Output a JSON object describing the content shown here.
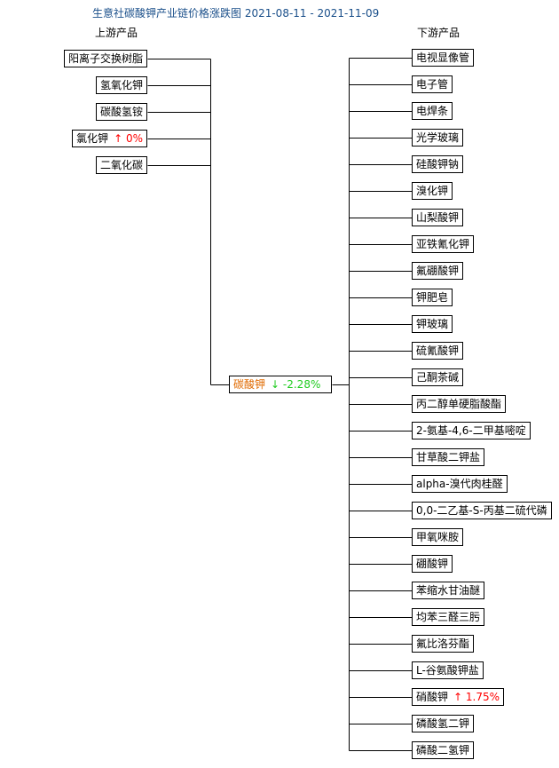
{
  "title": "生意社碳酸钾产业链价格涨跌图 2021-08-11 - 2021-11-09",
  "upstream_title": "上游产品",
  "downstream_title": "下游产品",
  "colors": {
    "title": "#1a4f8a",
    "center": "#e06a00",
    "up": "#ff0000",
    "down": "#22cc22",
    "line": "#000000"
  },
  "center": {
    "label": "碳酸钾",
    "direction": "down",
    "arrow": "↓",
    "change": "-2.28%"
  },
  "upstream": [
    {
      "label": "阳离子交换树脂"
    },
    {
      "label": "氢氧化钾"
    },
    {
      "label": "碳酸氢铵"
    },
    {
      "label": "氯化钾",
      "direction": "up",
      "arrow": "↑",
      "change": "0%"
    },
    {
      "label": "二氧化碳"
    }
  ],
  "downstream": [
    {
      "label": "电视显像管"
    },
    {
      "label": "电子管"
    },
    {
      "label": "电焊条"
    },
    {
      "label": "光学玻璃"
    },
    {
      "label": "硅酸钾钠"
    },
    {
      "label": "溴化钾"
    },
    {
      "label": "山梨酸钾"
    },
    {
      "label": "亚铁氰化钾"
    },
    {
      "label": "氟硼酸钾"
    },
    {
      "label": "钾肥皂"
    },
    {
      "label": "钾玻璃"
    },
    {
      "label": "硫氰酸钾"
    },
    {
      "label": "己酮茶碱"
    },
    {
      "label": "丙二醇单硬脂酸酯"
    },
    {
      "label": "2-氨基-4,6-二甲基嘧啶"
    },
    {
      "label": "甘草酸二钾盐"
    },
    {
      "label": "alpha-溴代肉桂醛"
    },
    {
      "label": "0,0-二乙基-S-丙基二硫代磷"
    },
    {
      "label": "甲氧咪胺"
    },
    {
      "label": "硼酸钾"
    },
    {
      "label": "苯缩水甘油醚"
    },
    {
      "label": "均苯三醛三肟"
    },
    {
      "label": "氟比洛芬酯"
    },
    {
      "label": "L-谷氨酸钾盐"
    },
    {
      "label": "硝酸钾",
      "direction": "up",
      "arrow": "↑",
      "change": "1.75%"
    },
    {
      "label": "磷酸氢二钾"
    },
    {
      "label": "磷酸二氢钾"
    }
  ]
}
